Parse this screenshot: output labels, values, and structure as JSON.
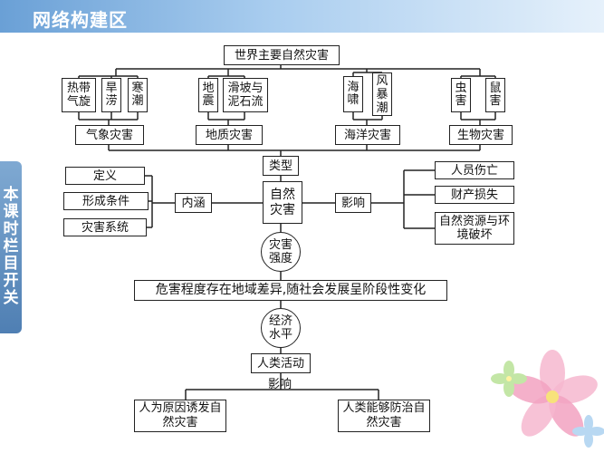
{
  "header": {
    "title": "网络构建区"
  },
  "side_tab": {
    "label": "本课时栏目开关"
  },
  "diagram": {
    "root": "世界主要自然灾害",
    "weather": {
      "items": [
        "热带气旋",
        "旱涝",
        "寒潮"
      ],
      "category": "气象灾害"
    },
    "geology": {
      "items": [
        "地震",
        "滑坡与泥石流"
      ],
      "category": "地质灾害"
    },
    "ocean": {
      "items": [
        "海啸",
        "风暴潮"
      ],
      "category": "海洋灾害"
    },
    "bio": {
      "items": [
        "虫害",
        "鼠害"
      ],
      "category": "生物灾害"
    },
    "type": "类型",
    "center": "自然灾害",
    "connotation": {
      "label": "内涵",
      "items": [
        "定义",
        "形成条件",
        "灾害系统"
      ]
    },
    "influence": {
      "label": "影响",
      "items": [
        "人员伤亡",
        "财产损失",
        "自然资源与环境破坏"
      ]
    },
    "intensity": "灾害强度",
    "variation": "危害程度存在地域差异,随社会发展呈阶段性变化",
    "economy": "经济水平",
    "activity": "人类活动",
    "effect": "影响",
    "human_induced": "人为原因诱发自然灾害",
    "preventable": "人类能够防治自然灾害"
  },
  "colors": {
    "header": "#6aa0d6",
    "side_tab": "#5b8cc0",
    "line": "#222222"
  },
  "icons": [
    "flower-decoration-icon"
  ]
}
